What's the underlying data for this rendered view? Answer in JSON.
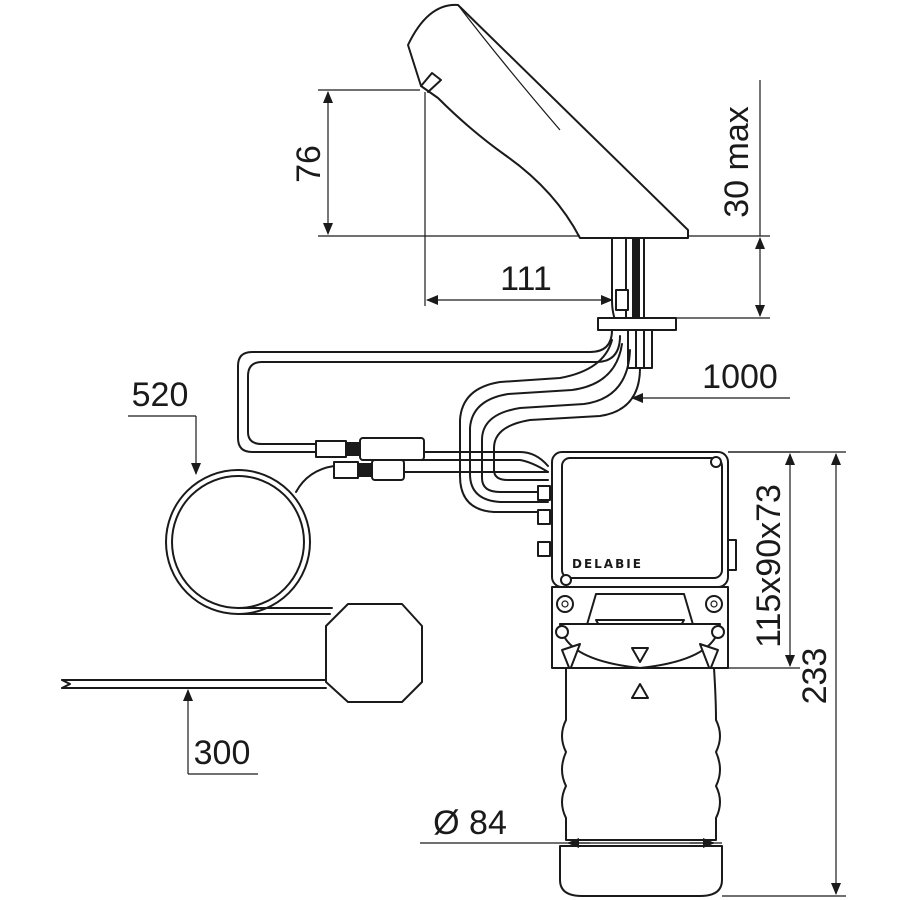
{
  "brand": "DELABIE",
  "dimensions": {
    "spout_height": "76",
    "spout_reach": "111",
    "deck_thickness": "30 max",
    "hose_length": "1000",
    "sensor_cable": "520",
    "power_cable": "300",
    "box_size": "115x90x73",
    "total_height": "233",
    "diameter": "Ø 84"
  },
  "colors": {
    "line": "#1a1a1a",
    "background": "#ffffff"
  }
}
